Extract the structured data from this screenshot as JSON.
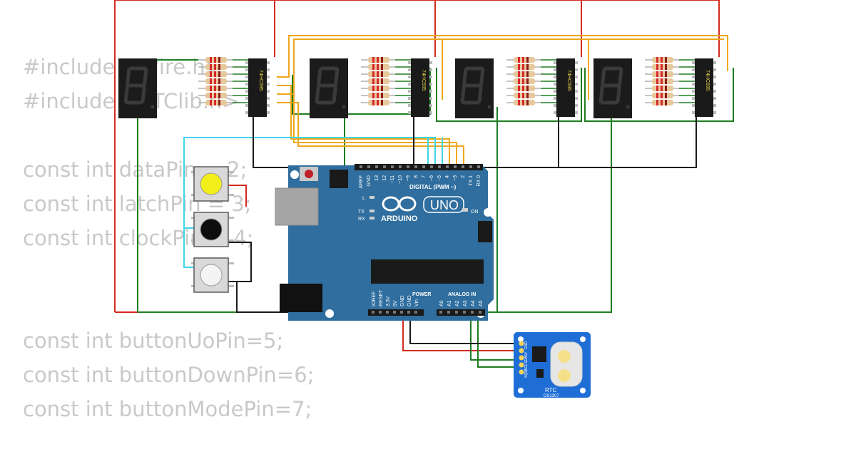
{
  "code_lines": [
    "#include <Wire.h>",
    "#include <RTClib.h>",
    "",
    "const int dataPin = 2;",
    "const int latchPin = 3;",
    "const int clockPin = 4;",
    "",
    "",
    "const int buttonUoPin=5;",
    "const int buttonDownPin=6;",
    "const int buttonModePin=7;"
  ],
  "shift_register_label": "74HC595",
  "arduino": {
    "brand": "ARDUINO",
    "model": "UNO",
    "on_label": "ON",
    "digital_header": "DIGITAL (PWM ~)",
    "digital_pins": [
      "AREF",
      "GND",
      "13",
      "12",
      "~11",
      "~10",
      "~9",
      "8",
      "7",
      "~6",
      "~5",
      "4",
      "~3",
      "2",
      "TX 1",
      "RX 0"
    ],
    "power_header": "POWER",
    "power_pins": [
      "IOREF",
      "RESET",
      "3.3V",
      "5V",
      "GND",
      "GND",
      "Vin"
    ],
    "analog_header": "ANALOG IN",
    "analog_pins": [
      "A0",
      "A1",
      "A2",
      "A3",
      "A4",
      "A5"
    ],
    "led_labels": [
      "L",
      "TX",
      "RX"
    ]
  },
  "rtc": {
    "label": "RTC",
    "chip": "DS1307",
    "pins": [
      "GND",
      "5V",
      "SDA",
      "SCL",
      "SQW"
    ]
  },
  "buttons": [
    {
      "color": "yellow"
    },
    {
      "color": "black"
    },
    {
      "color": "white"
    }
  ],
  "colors": {
    "wire_red": "#d42a1f",
    "wire_green": "#1e7d20",
    "wire_black": "#1a1a1a",
    "wire_orange": "#f0a71c",
    "wire_cyan": "#3fd6e6",
    "board_blue": "#2f6e9e"
  }
}
